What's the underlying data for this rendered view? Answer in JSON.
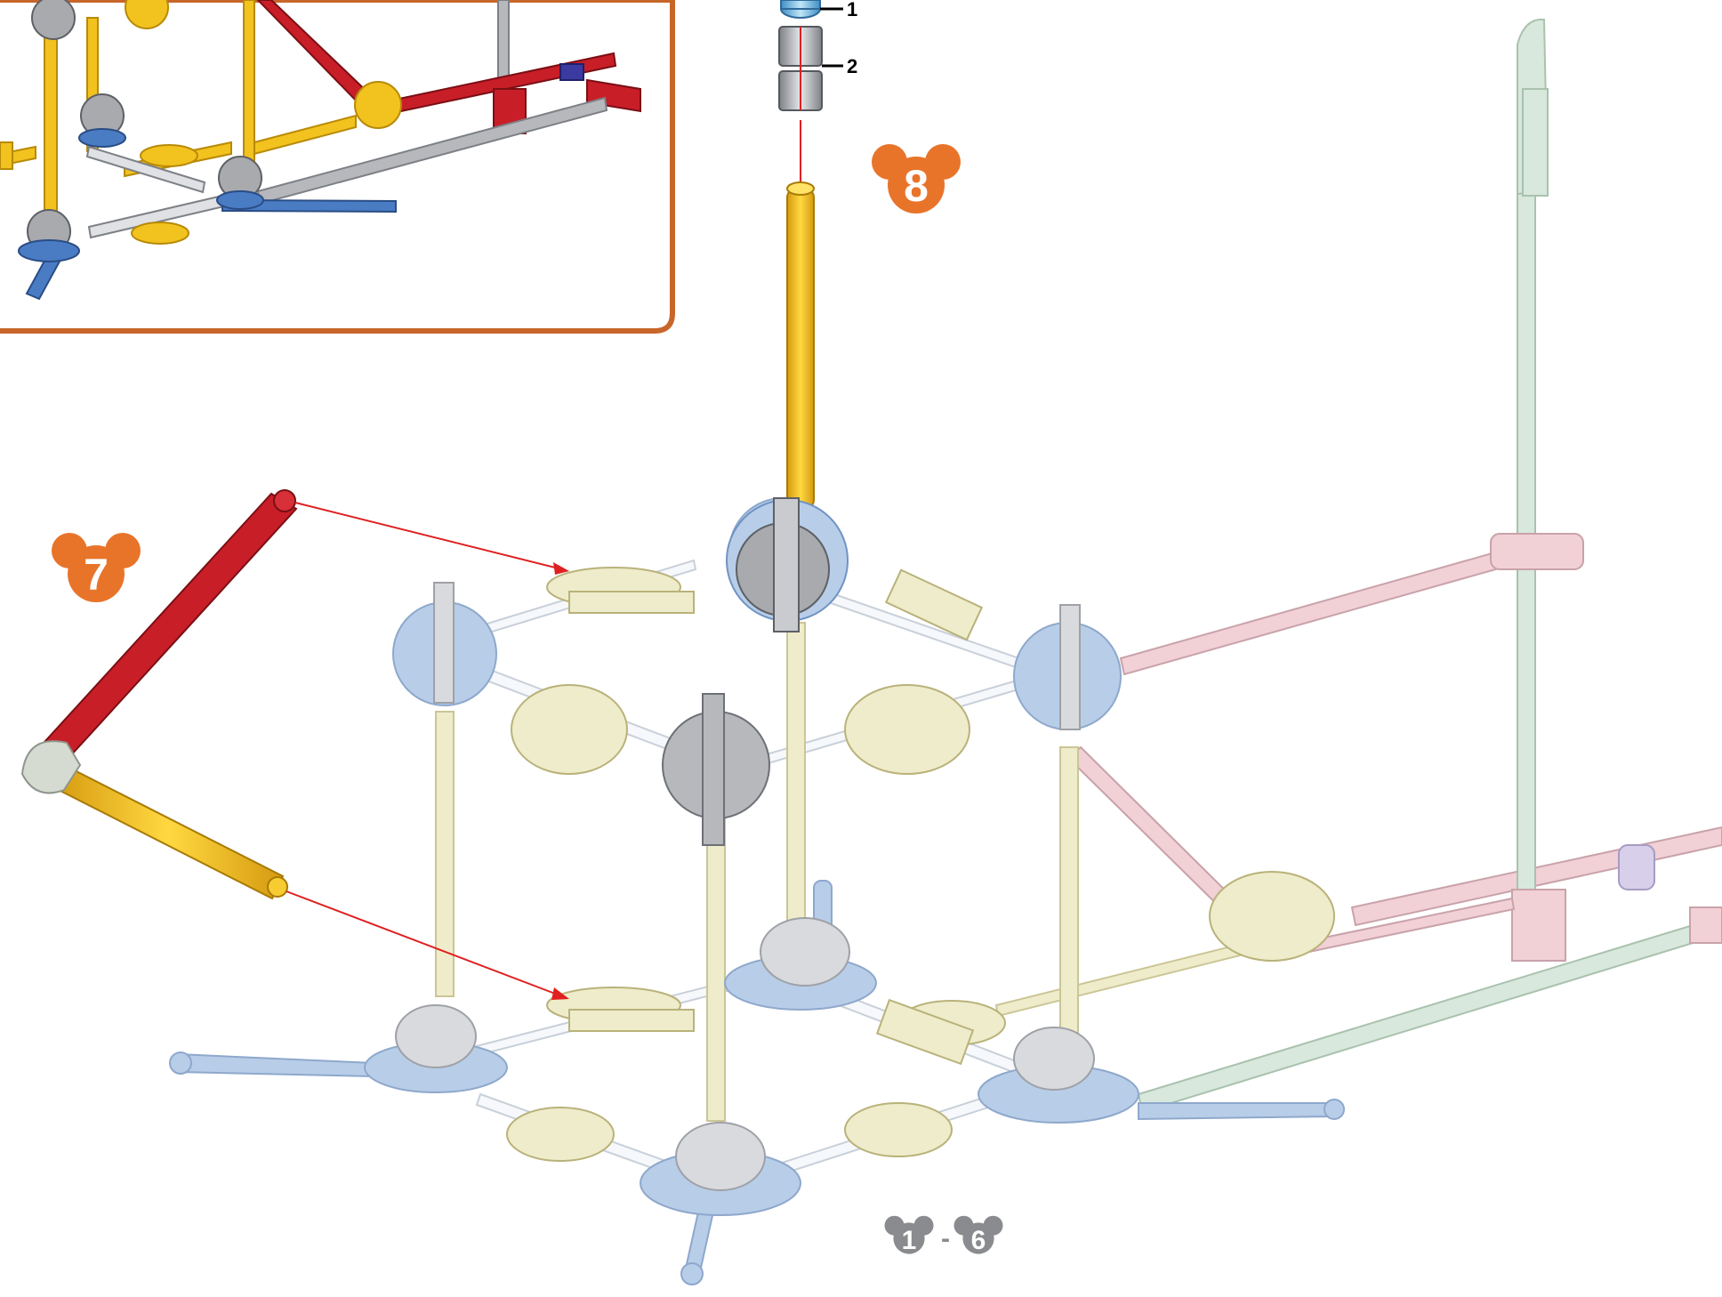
{
  "document": {
    "type": "building-instructions-page",
    "accent_color": "#e8742a",
    "inset_border_color": "#c8662a",
    "arrow_color": "#e02020"
  },
  "callouts": {
    "part_1_label": "1",
    "part_2_label": "2"
  },
  "steps": {
    "step_8": "8",
    "step_7": "7",
    "range_start": "1",
    "range_separator": "-",
    "range_end": "6"
  },
  "icons": [
    "mickey-head-step-badge",
    "connector-hub",
    "rod",
    "spacer",
    "bushing"
  ],
  "colors": {
    "red_rod": "#c81e28",
    "yellow_rod": "#f2c21e",
    "gray_hub": "#a8aaae",
    "blue_hub": "#4a7cc4",
    "ghost_yellow": "#efeccb",
    "ghost_blue": "#b8cde8",
    "ghost_pink": "#f1d0d6",
    "ghost_green": "#d8e8dc"
  }
}
